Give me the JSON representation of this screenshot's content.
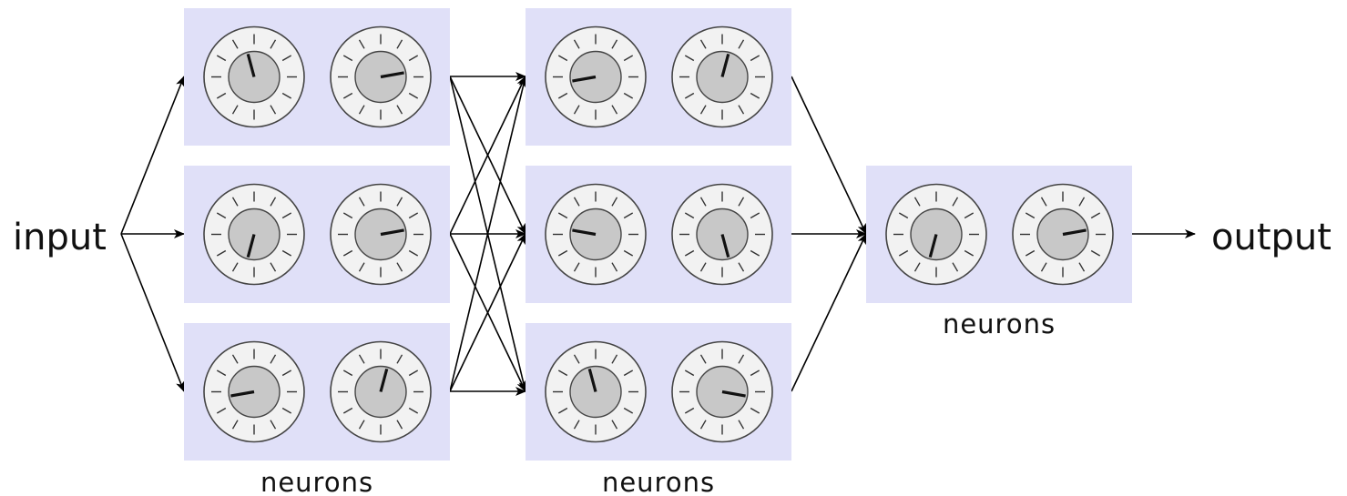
{
  "input_label": "input",
  "output_label": "output",
  "layer_labels": [
    "neurons",
    "neurons",
    "neurons"
  ],
  "colors": {
    "box": "#e0e0f8",
    "dial_face": "#f2f2f2",
    "dial_knob": "#c8c8c8",
    "dial_stroke": "#444444",
    "tick": "#333333",
    "needle": "#111111",
    "arrow": "#000000"
  },
  "dial_icon": "knob-dial-icon",
  "layers": [
    {
      "name": "layer-1",
      "boxes": [
        {
          "dial_angles": [
            -15,
            80
          ]
        },
        {
          "dial_angles": [
            195,
            80
          ]
        },
        {
          "dial_angles": [
            260,
            15
          ]
        }
      ]
    },
    {
      "name": "layer-2",
      "boxes": [
        {
          "dial_angles": [
            260,
            15
          ]
        },
        {
          "dial_angles": [
            -80,
            165
          ]
        },
        {
          "dial_angles": [
            -15,
            100
          ]
        }
      ]
    },
    {
      "name": "layer-3",
      "boxes": [
        {
          "dial_angles": [
            195,
            80
          ]
        }
      ]
    }
  ]
}
